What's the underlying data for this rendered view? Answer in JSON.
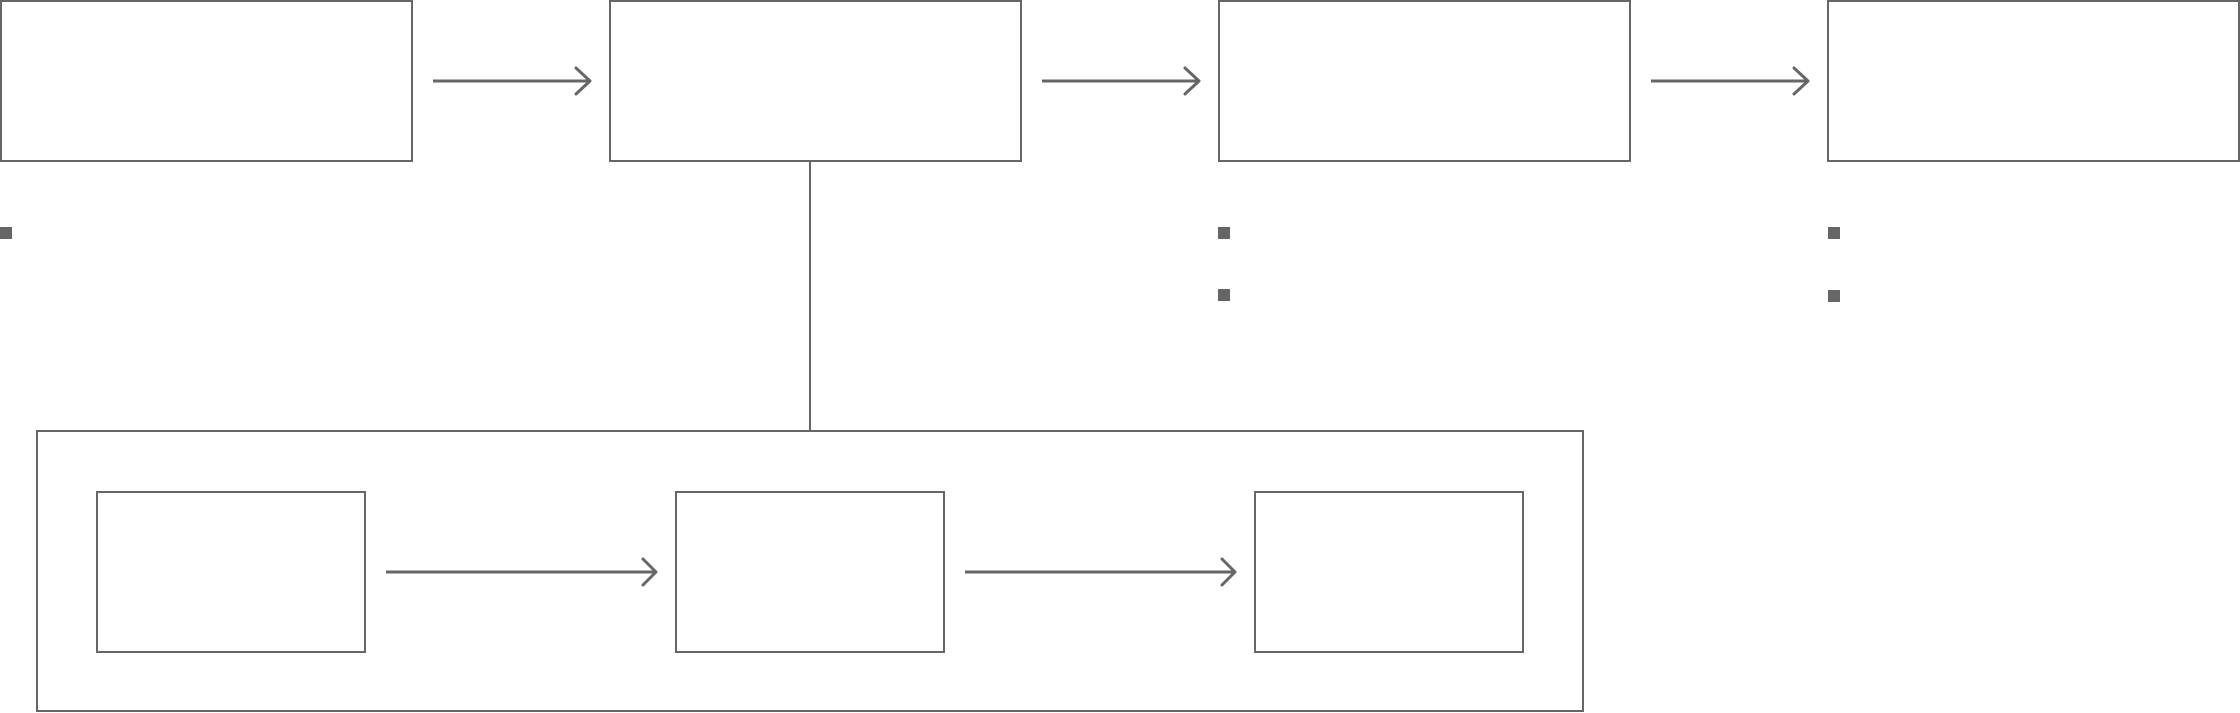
{
  "diagram": {
    "stroke_color": "#666666",
    "background_color": "#ffffff",
    "main_flow": [
      {
        "id": "step-1",
        "label": ""
      },
      {
        "id": "step-2",
        "label": ""
      },
      {
        "id": "step-3",
        "label": ""
      },
      {
        "id": "step-4",
        "label": ""
      }
    ],
    "subprocess": {
      "parent": "step-2",
      "label": "",
      "steps": [
        {
          "id": "sub-step-1",
          "label": ""
        },
        {
          "id": "sub-step-2",
          "label": ""
        },
        {
          "id": "sub-step-3",
          "label": ""
        }
      ]
    },
    "notes": {
      "step-1": [
        ""
      ],
      "step-3": [
        "",
        ""
      ],
      "step-4": [
        "",
        ""
      ]
    }
  }
}
